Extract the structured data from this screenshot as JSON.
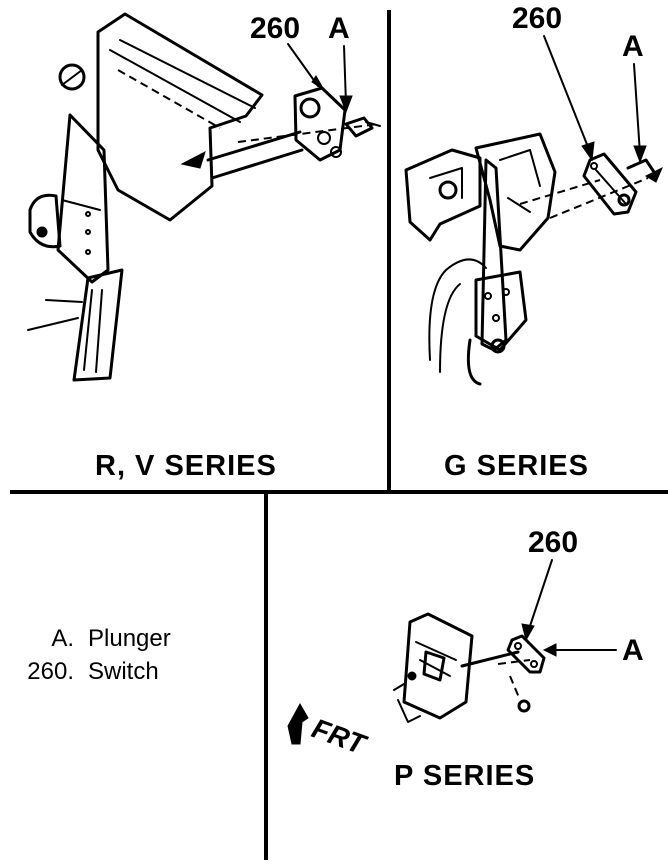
{
  "panels": {
    "rv": {
      "series_label": "R, V SERIES",
      "callout_part": "260",
      "callout_plunger": "A"
    },
    "g": {
      "series_label": "G SERIES",
      "callout_part": "260",
      "callout_plunger": "A"
    },
    "p": {
      "series_label": "P SERIES",
      "callout_part": "260",
      "callout_plunger": "A",
      "direction_label": "FRT"
    }
  },
  "legend": [
    {
      "key": "A.",
      "text": "Plunger"
    },
    {
      "key": "260.",
      "text": "Switch"
    }
  ],
  "colors": {
    "ink": "#000000",
    "paper": "#ffffff"
  }
}
